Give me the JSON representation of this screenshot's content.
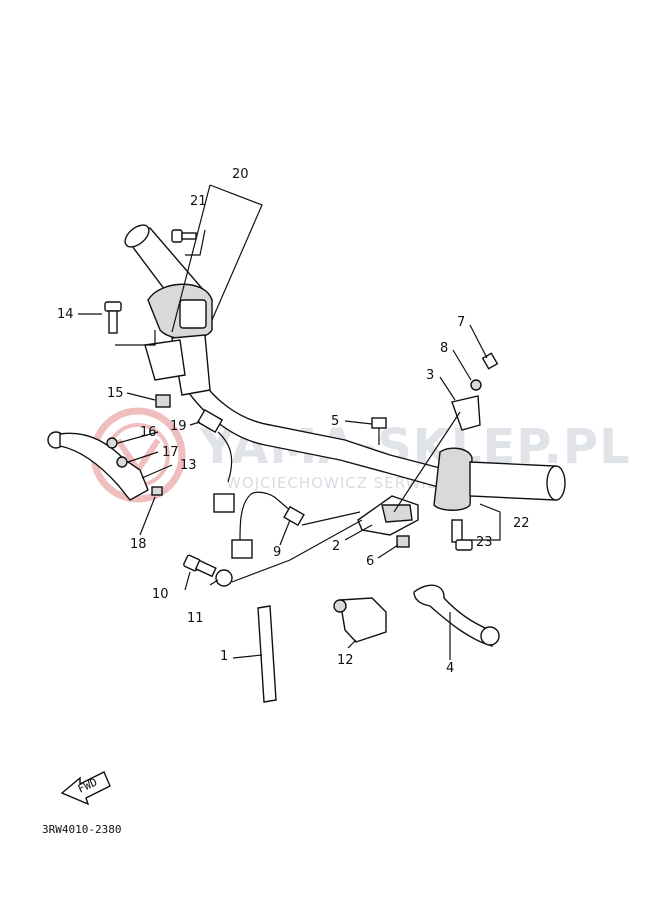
{
  "diagram": {
    "callouts": [
      {
        "id": "c1",
        "text": "1"
      },
      {
        "id": "c2",
        "text": "2"
      },
      {
        "id": "c3",
        "text": "3"
      },
      {
        "id": "c4",
        "text": "4"
      },
      {
        "id": "c5",
        "text": "5"
      },
      {
        "id": "c6",
        "text": "6"
      },
      {
        "id": "c7",
        "text": "7"
      },
      {
        "id": "c8",
        "text": "8"
      },
      {
        "id": "c9",
        "text": "9"
      },
      {
        "id": "c10",
        "text": "10"
      },
      {
        "id": "c11",
        "text": "11"
      },
      {
        "id": "c12",
        "text": "12"
      },
      {
        "id": "c13",
        "text": "13"
      },
      {
        "id": "c14",
        "text": "14"
      },
      {
        "id": "c15",
        "text": "15"
      },
      {
        "id": "c16",
        "text": "16"
      },
      {
        "id": "c17",
        "text": "17"
      },
      {
        "id": "c18",
        "text": "18"
      },
      {
        "id": "c19",
        "text": "19"
      },
      {
        "id": "c20",
        "text": "20"
      },
      {
        "id": "c21",
        "text": "21"
      },
      {
        "id": "c22",
        "text": "22"
      },
      {
        "id": "c23",
        "text": "23"
      }
    ],
    "fwd_label": "FWD",
    "diagram_code": "3RW4010-2380"
  },
  "watermark": {
    "title": "YAMA-SKLEP.PL",
    "subtitle": "WOJCIECHOWICZ SERWIS YAMAHA",
    "color": "#c8ced6",
    "logo_color": "#e07070"
  }
}
